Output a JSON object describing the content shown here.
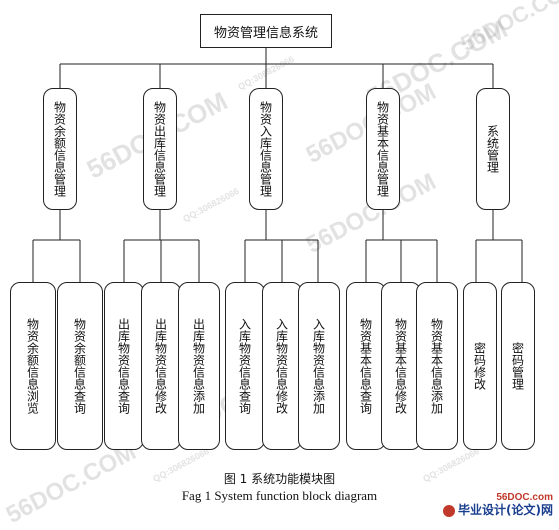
{
  "root": {
    "label": "物资管理信息系统"
  },
  "modules": [
    {
      "label": "物资余额信息管理",
      "children": [
        "物资余额信息浏览",
        "物资余额信息查询"
      ]
    },
    {
      "label": "物资出库信息管理",
      "children": [
        "出库物资信息查询",
        "出库物资信息修改",
        "出库物资信息添加"
      ]
    },
    {
      "label": "物资入库信息管理",
      "children": [
        "入库物资信息查询",
        "入库物资信息修改",
        "入库物资信息添加"
      ]
    },
    {
      "label": "物资基本信息管理",
      "children": [
        "物资基本信息查询",
        "物资基本信息修改",
        "物资基本信息添加"
      ]
    },
    {
      "label": "系统管理",
      "children": [
        "密码修改",
        "密码管理"
      ]
    }
  ],
  "caption": {
    "cn": "图 1 系统功能模块图",
    "en": "Fag 1 System function block diagram"
  },
  "watermarks": {
    "site": "56DOC.COM",
    "qq": "QQ:306826066"
  },
  "logo": {
    "site": "56DOC.com",
    "name": "毕业设计(论文)网"
  }
}
